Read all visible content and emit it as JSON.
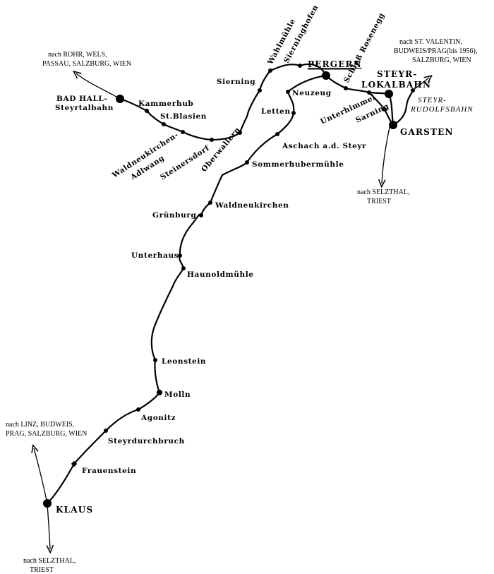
{
  "stations": {
    "bad_hall_1": "BAD HALL-",
    "bad_hall_2": "Steyrtalbahn",
    "kammerhub": "Kammerhub",
    "st_blasien": "St.Blasien",
    "waldneukirchen_adlwang_1": "Waldneukirchen-",
    "waldneukirchen_adlwang_2": "Adlwang",
    "steinersdorf": "Steinersdorf",
    "oberwallern": "Oberwallern",
    "sierning": "Sierning",
    "wahlmuehle": "Wahlmühle",
    "sierninghofen": "Sierninghofen",
    "pergern": "PERGERN",
    "schloss_rosenegg": "Schloß Rosenegg",
    "steyr_lokalbahn_1": "STEYR-",
    "steyr_lokalbahn_2": "LOKALBAHN",
    "neuzeug": "Neuzeug",
    "letten": "Letten",
    "unterhimmel": "Unterhimmel",
    "sarning": "Sarning",
    "garsten": "GARSTEN",
    "aschach": "Aschach a.d. Steyr",
    "sommerhubermuehle": "Sommerhubermühle",
    "waldneukirchen": "Waldneukirchen",
    "gruenburg": "Grünburg",
    "unterhaus": "Unterhaus",
    "haunoldmuehle": "Haunoldmühle",
    "leonstein": "Leonstein",
    "molln": "Molln",
    "agonitz": "Agonitz",
    "steyrdurchbruch": "Steyrdurchbruch",
    "frauenstein": "Frauenstein",
    "klaus": "KLAUS"
  },
  "destinations": {
    "bad_hall_1": "nach ROHR, WELS,",
    "bad_hall_2": "PASSAU, SALZBURG, WIEN",
    "steyr_1": "nach  ST. VALENTIN,",
    "steyr_2": "BUDWEIS/PRAG(bis 1956),",
    "steyr_3": "SALZBURG, WIEN",
    "garsten_1": "nach SELZTHAL,",
    "garsten_2": "TRIEST",
    "klaus_north_1": "nach LINZ, BUDWEIS,",
    "klaus_north_2": "PRAG, SALZBURG, WIEN",
    "klaus_south_1": "nach SELZTHAL,",
    "klaus_south_2": "TRIEST"
  },
  "line_labels": {
    "rudolfsbahn_1": "STEYR-",
    "rudolfsbahn_2": "RUDOLFSBAHN"
  },
  "colors": {
    "line": "#000000",
    "background": "#ffffff"
  }
}
